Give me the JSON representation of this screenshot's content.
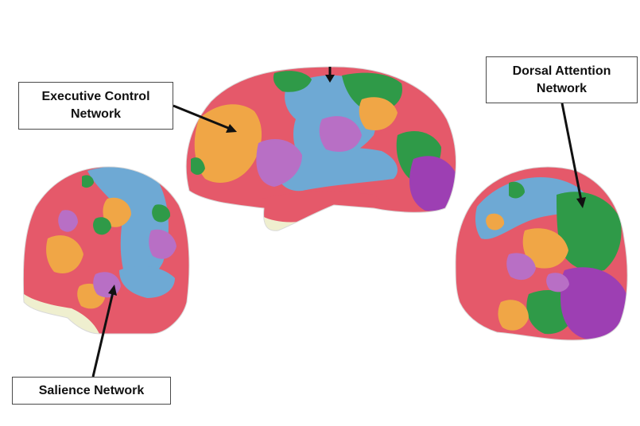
{
  "labels": {
    "executive_control": [
      "Executive Control",
      "Network"
    ],
    "dorsal_attention": [
      "Dorsal Attention",
      "Network"
    ],
    "salience": "Salience Network"
  },
  "network_colors": {
    "red": "#e5596a",
    "blue": "#6ea9d4",
    "green": "#2f9a48",
    "orange": "#f0a646",
    "violet": "#b86fc5",
    "purple": "#9d3fb3",
    "cream": "#efefcf"
  },
  "arrow_color": "#111111"
}
